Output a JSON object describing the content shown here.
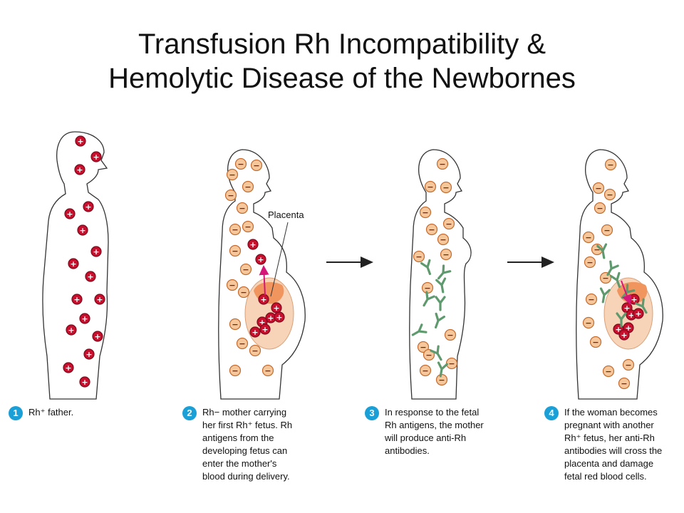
{
  "title": {
    "line1": "Transfusion Rh Incompatibility &",
    "line2": "Hemolytic Disease of the Newbornes"
  },
  "labels": {
    "placenta": "Placenta",
    "plus": "+",
    "minus": "−"
  },
  "colors": {
    "rh_positive_cell": "#c8102e",
    "rh_negative_cell": "#f6c79a",
    "rh_negative_outline": "#c36b2f",
    "antibody": "#5f9a6e",
    "placenta": "#f0955e",
    "womb": "#f7d4b8",
    "arrow_magenta": "#d6177a",
    "badge": "#1a9fd6"
  },
  "captions": [
    {
      "number": "1",
      "text": "Rh⁺ father."
    },
    {
      "number": "2",
      "text": "Rh− mother carrying\nher first Rh⁺ fetus.  Rh\nantigens from the\ndeveloping fetus can\nenter the mother's\nblood during delivery."
    },
    {
      "number": "3",
      "text": "In response to the fetal\nRh antigens, the mother\nwill produce anti-Rh\nantibodies."
    },
    {
      "number": "4",
      "text": "If the woman becomes\npregnant with another\nRh⁺ fetus, her anti-Rh\nantibodies will cross the\nplacenta and damage\nfetal red blood cells."
    }
  ]
}
